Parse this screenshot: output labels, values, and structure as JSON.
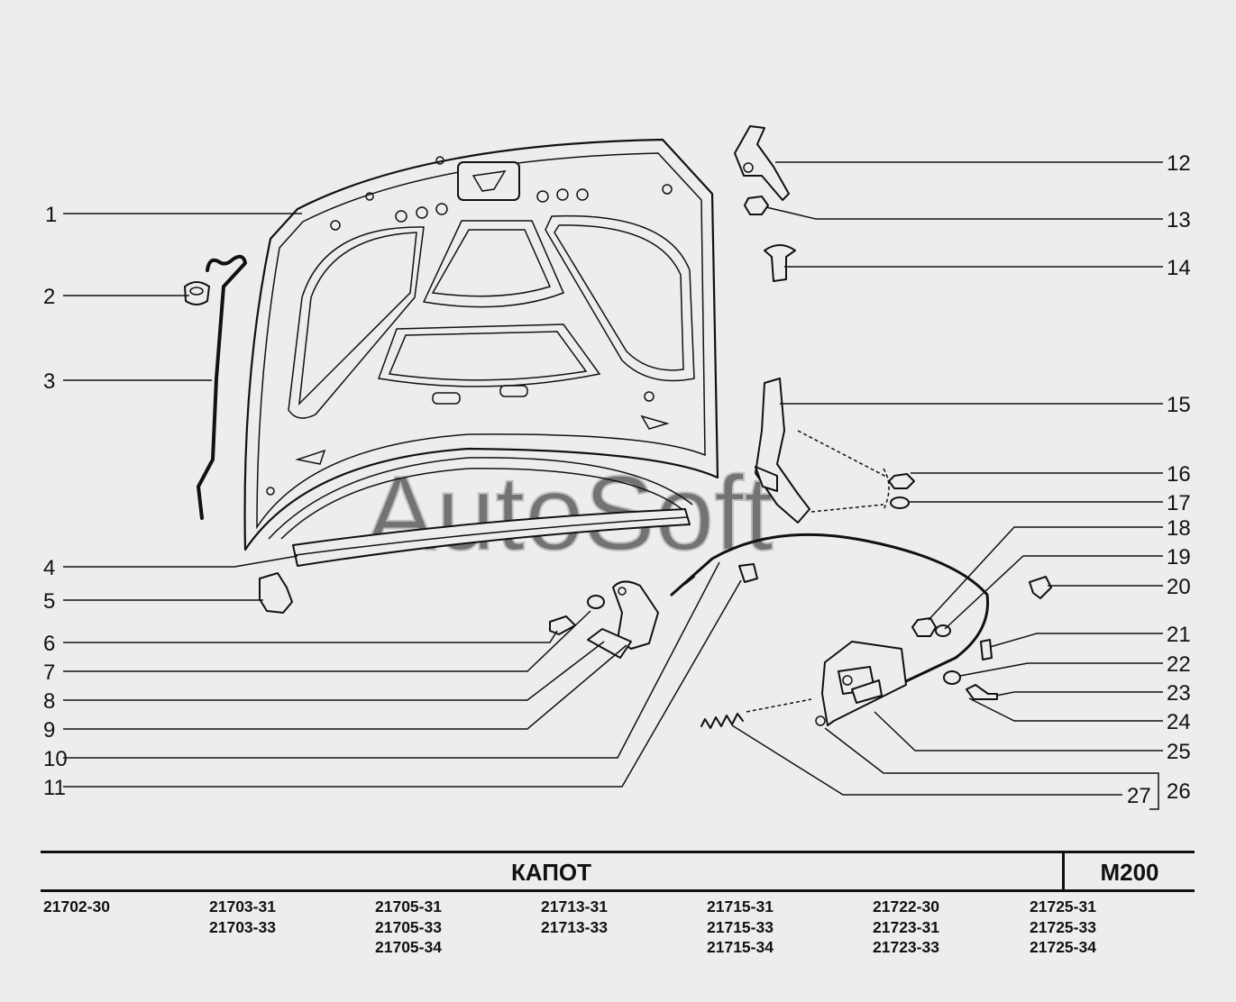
{
  "title": "КАПОТ",
  "page_code": "M200",
  "watermark": "AutoSoft",
  "callouts": [
    "1",
    "2",
    "3",
    "4",
    "5",
    "6",
    "7",
    "8",
    "9",
    "10",
    "11",
    "12",
    "13",
    "14",
    "15",
    "16",
    "17",
    "18",
    "19",
    "20",
    "21",
    "22",
    "23",
    "24",
    "25",
    "26",
    "27"
  ],
  "models": [
    [
      "21702-30"
    ],
    [
      "21703-31",
      "21703-33"
    ],
    [
      "21705-31",
      "21705-33",
      "21705-34"
    ],
    [
      "21713-31",
      "21713-33"
    ],
    [
      "21715-31",
      "21715-33",
      "21715-34"
    ],
    [
      "21722-30",
      "21723-31",
      "21723-33"
    ],
    [
      "21725-31",
      "21725-33",
      "21725-34"
    ]
  ]
}
